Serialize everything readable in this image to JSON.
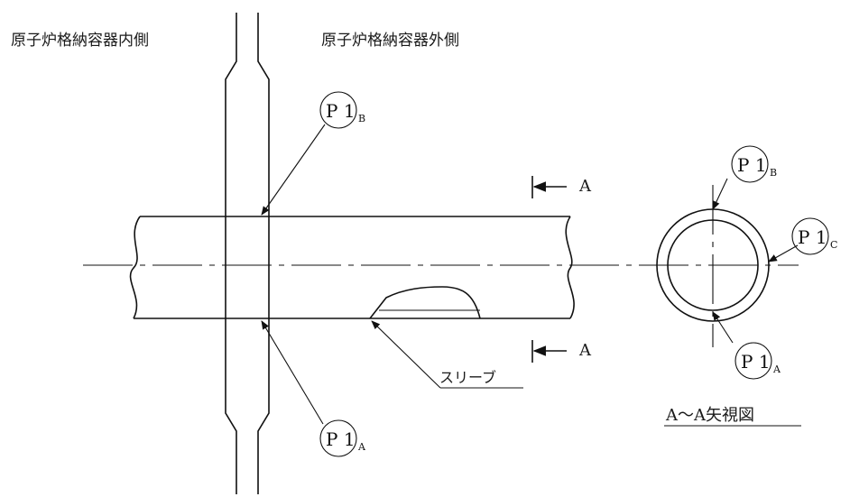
{
  "labels": {
    "inside": "原子炉格納容器内側",
    "outside": "原子炉格納容器外側",
    "sleeve": "スリーブ",
    "section_letter_top": "A",
    "section_letter_bottom": "A",
    "view_caption": "A～A矢視図"
  },
  "tags": {
    "p1b_main": {
      "text": "P 1",
      "sub": "B"
    },
    "p1a_main": {
      "text": "P 1",
      "sub": "A"
    },
    "p1b_view": {
      "text": "P 1",
      "sub": "B"
    },
    "p1c_view": {
      "text": "P 1",
      "sub": "C"
    },
    "p1a_view": {
      "text": "P 1",
      "sub": "A"
    }
  }
}
